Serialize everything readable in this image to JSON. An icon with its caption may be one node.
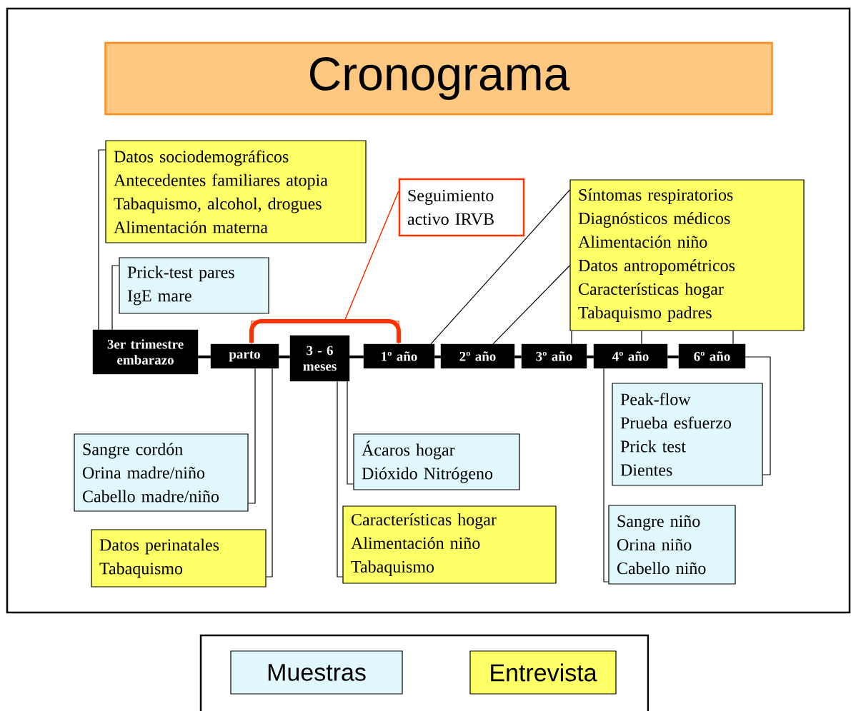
{
  "diagram": {
    "title": "Cronograma",
    "nodes": [
      {
        "text": [
          "Datos sociodemográficos",
          "Antecedentes familiares atopia",
          "Tabaquismo, alcohol, drogues",
          "Alimentación materna"
        ]
      },
      {
        "text": [
          "Seguimiento activo IRVB"
        ]
      },
      {
        "text": [
          "Síntomas respiratorios",
          "Diagnósticos médicos",
          "Alimentación niño",
          "Datos antropométricos",
          "Características hogar",
          "Tabaquismo padres"
        ]
      },
      {
        "text": [
          "Prick-test pares",
          "IgE mare"
        ]
      },
      {
        "text": [
          "3er trimestre embarazo"
        ]
      },
      {
        "text": [
          "parto"
        ]
      },
      {
        "text": [
          "3 - 6 meses"
        ]
      },
      {
        "text": [
          "1º año"
        ]
      },
      {
        "text": [
          "2º año"
        ]
      },
      {
        "text": [
          "3º año"
        ]
      },
      {
        "text": [
          "4º año"
        ]
      },
      {
        "text": [
          "6º año"
        ]
      },
      {
        "text": [
          "Peak-flow",
          "Prueba esfuerzo",
          "Prick test",
          "Dientes"
        ]
      },
      {
        "text": [
          "Sangre cordón",
          "Orina madre/niño",
          "Cabello madre/niño"
        ]
      },
      {
        "text": [
          "Ácaros hogar",
          "Dióxido Nitrógeno"
        ]
      },
      {
        "text": [
          "Sangre niño",
          "Orina niño",
          "Cabello niño"
        ]
      },
      {
        "text": [
          "Datos perinatales",
          "Tabaquismo"
        ]
      },
      {
        "text": [
          "Características hogar",
          "Alimentación niño",
          "Tabaquismo"
        ]
      }
    ],
    "edges": [
      {
        "from": 4,
        "to": 5,
        "arrow": "none",
        "style": "thick"
      },
      {
        "from": 5,
        "to": 6,
        "arrow": "none",
        "style": "thick"
      },
      {
        "from": 6,
        "to": 7,
        "arrow": "none",
        "style": "thick"
      },
      {
        "from": 7,
        "to": 8,
        "arrow": "none",
        "style": "thick"
      },
      {
        "from": 8,
        "to": 9,
        "arrow": "none",
        "style": "thick"
      },
      {
        "from": 9,
        "to": 10,
        "arrow": "none",
        "style": "thick"
      },
      {
        "from": 10,
        "to": 11,
        "arrow": "none",
        "style": "thick"
      },
      {
        "from": 4,
        "to": 0,
        "arrow": "none"
      },
      {
        "from": 4,
        "to": 3,
        "arrow": "none"
      },
      {
        "from": 5,
        "to": 1,
        "arrow": "none",
        "color": "#ff3300"
      },
      {
        "from": 7,
        "to": 1,
        "arrow": "none",
        "color": "#ff3300"
      },
      {
        "from": 7,
        "to": 2,
        "arrow": "none"
      },
      {
        "from": 8,
        "to": 2,
        "arrow": "none"
      },
      {
        "from": 9,
        "to": 2,
        "arrow": "none"
      },
      {
        "from": 10,
        "to": 2,
        "arrow": "none"
      },
      {
        "from": 11,
        "to": 2,
        "arrow": "none"
      },
      {
        "from": 5,
        "to": 13,
        "arrow": "none"
      },
      {
        "from": 5,
        "to": 16,
        "arrow": "none"
      },
      {
        "from": 6,
        "to": 14,
        "arrow": "none"
      },
      {
        "from": 6,
        "to": 17,
        "arrow": "none"
      },
      {
        "from": 10,
        "to": 15,
        "arrow": "none"
      },
      {
        "from": 11,
        "to": 12,
        "arrow": "none"
      }
    ],
    "legend": [
      {
        "text": "Muestras",
        "color": "#e0f8fc"
      },
      {
        "text": "Entrevista",
        "color": "#ffff66"
      }
    ]
  }
}
